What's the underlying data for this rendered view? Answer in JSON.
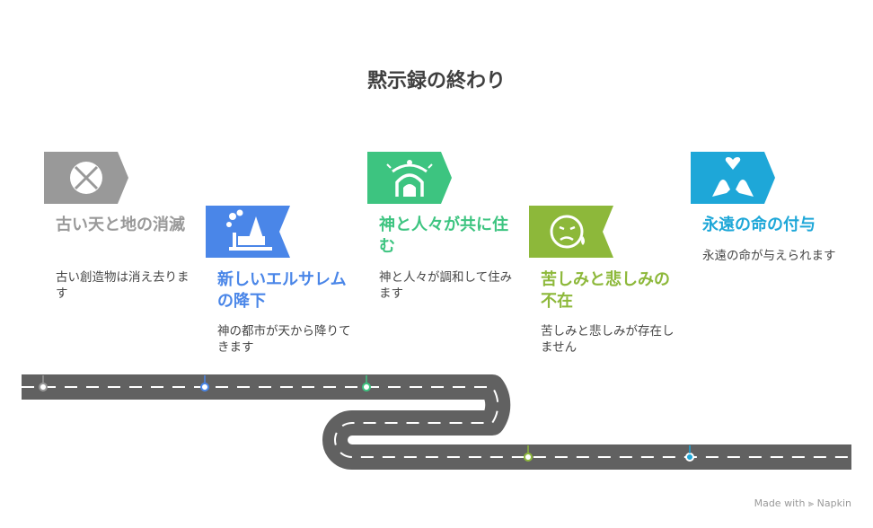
{
  "title": "黙示録の終わり",
  "steps": [
    {
      "heading": "古い天と地の消滅",
      "description": "古い創造物は消え去ります",
      "color": "#999999",
      "icon": "circle-x-icon"
    },
    {
      "heading": "新しいエルサレムの降下",
      "description": "神の都市が天から降りてきます",
      "color": "#4A86E8",
      "icon": "castle-icon"
    },
    {
      "heading": "神と人々が共に住む",
      "description": "神と人々が調和して住みます",
      "color": "#3DC480",
      "icon": "temple-icon"
    },
    {
      "heading": "苦しみと悲しみの不在",
      "description": "苦しみと悲しみが存在しません",
      "color": "#8DB83A",
      "icon": "crying-face-icon"
    },
    {
      "heading": "永遠の命の付与",
      "description": "永遠の命が与えられます",
      "color": "#1EA7D8",
      "icon": "hands-heart-icon"
    }
  ],
  "footer": {
    "made_with": "Made with",
    "brand": "Napkin"
  }
}
